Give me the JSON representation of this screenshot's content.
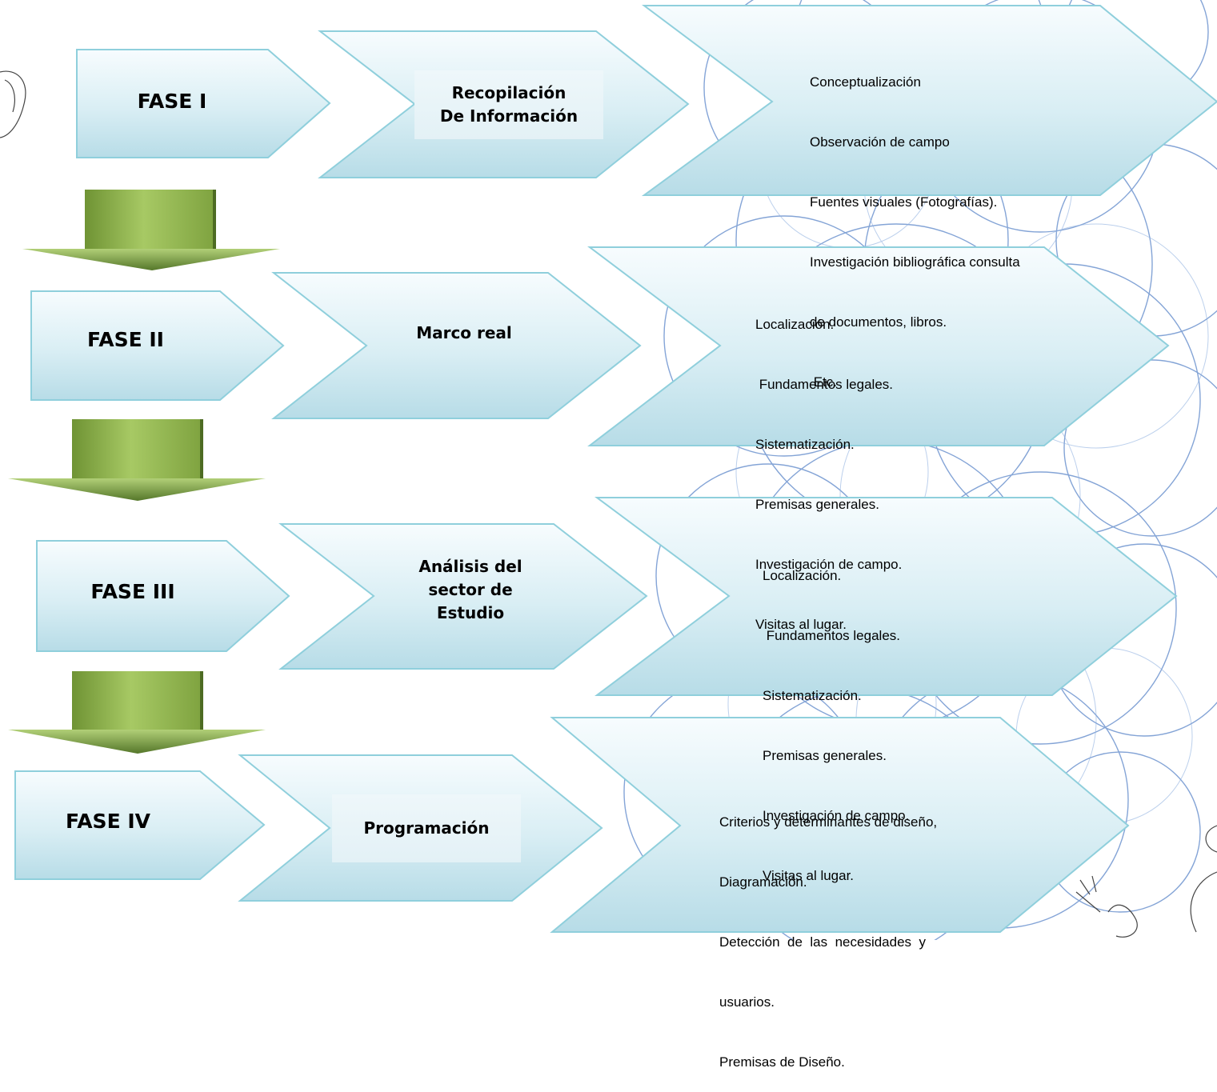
{
  "phases": [
    {
      "phase_label": "FASE I",
      "stage_label": "Recopilación\nDe Información",
      "details": [
        "Conceptualización",
        "Observación de campo",
        "Fuentes visuales (Fotografías).",
        "Investigación bibliográfica consulta",
        "de documentos, libros.",
        " Etc."
      ]
    },
    {
      "phase_label": "FASE II",
      "stage_label": "Marco real",
      "details": [
        "Localización.",
        " Fundamentos legales.",
        "Sistematización.",
        "Premisas generales.",
        "Investigación de campo.",
        "Visitas al lugar."
      ]
    },
    {
      "phase_label": "FASE III",
      "stage_label": "Análisis del\nsector de\nEstudio",
      "details": [
        "Localización.",
        " Fundamentos legales.",
        "Sistematización.",
        "Premisas generales.",
        "Investigación de campo.",
        "Visitas al lugar."
      ]
    },
    {
      "phase_label": "FASE IV",
      "stage_label": "Programación",
      "details": [
        "Criterios y determinantes de diseño,",
        "Diagramación.",
        "Detección  de  las  necesidades  y",
        "usuarios.",
        "Premisas de Diseño."
      ]
    }
  ],
  "colors": {
    "chevron_fill_top": "#f5fbfd",
    "chevron_fill_bottom": "#b9dde8",
    "chevron_stroke": "#8fcfdc",
    "arrow_light": "#9dc25a",
    "arrow_dark": "#5e7f2b",
    "circle_stroke": "#5b86c9"
  }
}
